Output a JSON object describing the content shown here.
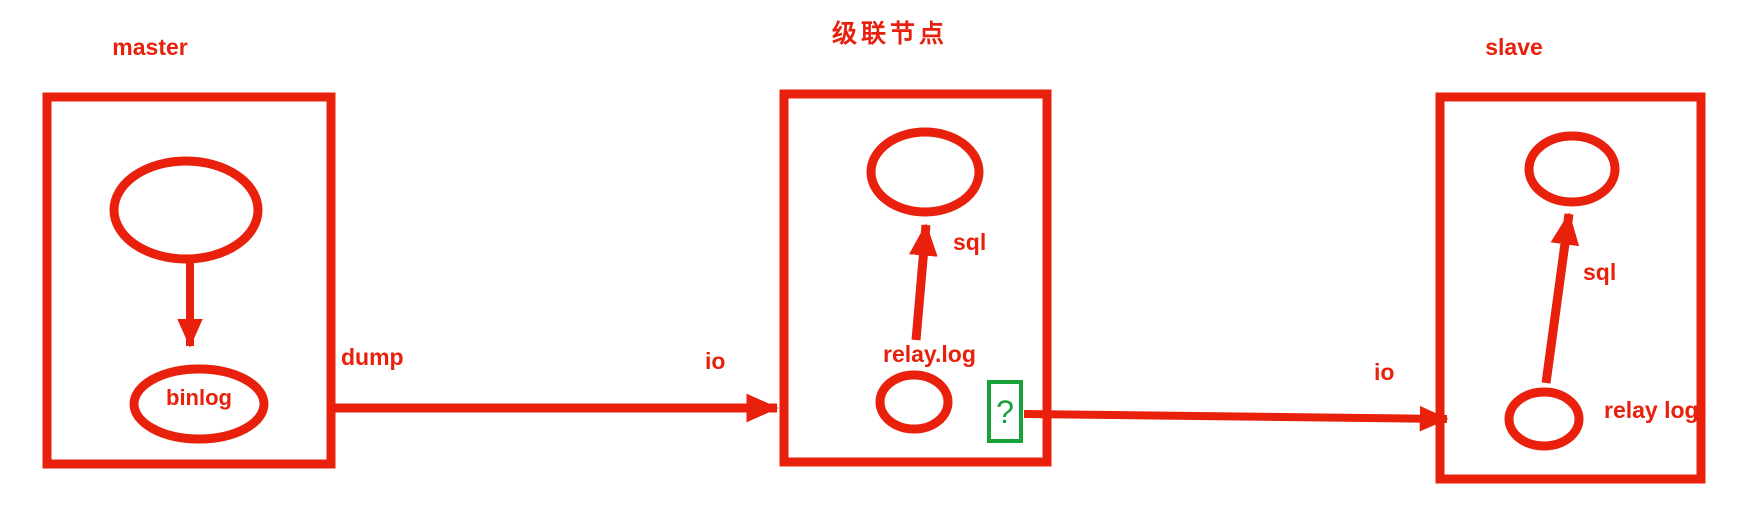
{
  "colors": {
    "red": "#e8200c",
    "green": "#18a338"
  },
  "diagram": {
    "master": {
      "title": "master",
      "binlog_label": "binlog",
      "dump_label": "dump"
    },
    "cascade": {
      "title": "级联节点",
      "io_label": "io",
      "relay_label": "relay.log",
      "sql_label": "sql",
      "unknown_box_label": "?"
    },
    "slave": {
      "title": "slave",
      "io_label": "io",
      "relay_label": "relay log",
      "sql_label": "sql"
    }
  }
}
